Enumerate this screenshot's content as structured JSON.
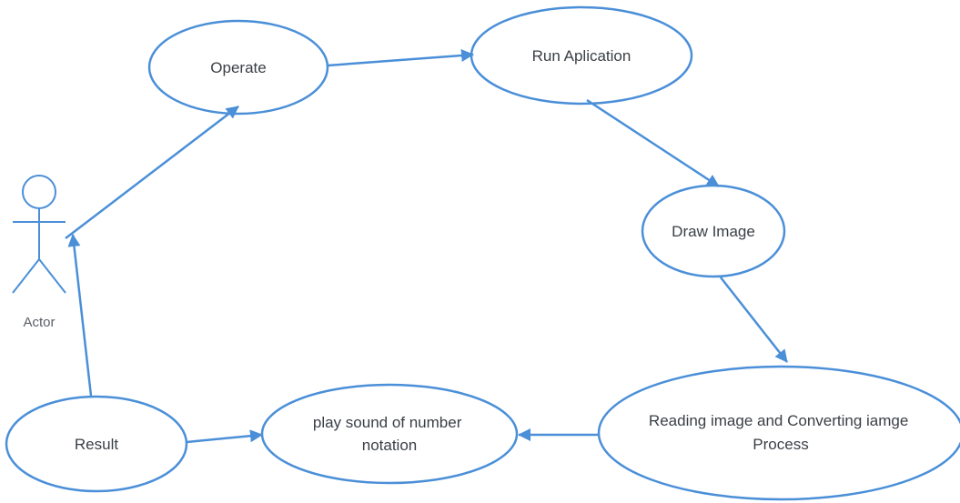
{
  "diagram": {
    "stroke_color": "#4a8fd8",
    "arrow_color": "#4a8fd8",
    "text_color": "#3a3f45",
    "actor": {
      "label": "Actor"
    },
    "nodes": {
      "operate": {
        "lines": [
          "Operate"
        ]
      },
      "run_application": {
        "lines": [
          "Run Aplication"
        ]
      },
      "draw_image": {
        "lines": [
          "Draw Image"
        ]
      },
      "reading_image": {
        "lines": [
          "Reading image and Converting iamge",
          "Process"
        ]
      },
      "play_sound": {
        "lines": [
          "play sound of number",
          "notation"
        ]
      },
      "result": {
        "lines": [
          "Result"
        ]
      }
    },
    "edges": [
      {
        "from": "actor",
        "to": "operate"
      },
      {
        "from": "operate",
        "to": "run_application"
      },
      {
        "from": "run_application",
        "to": "draw_image"
      },
      {
        "from": "draw_image",
        "to": "reading_image"
      },
      {
        "from": "reading_image",
        "to": "play_sound"
      },
      {
        "from": "result",
        "to": "play_sound"
      },
      {
        "from": "result",
        "to": "actor"
      }
    ]
  }
}
